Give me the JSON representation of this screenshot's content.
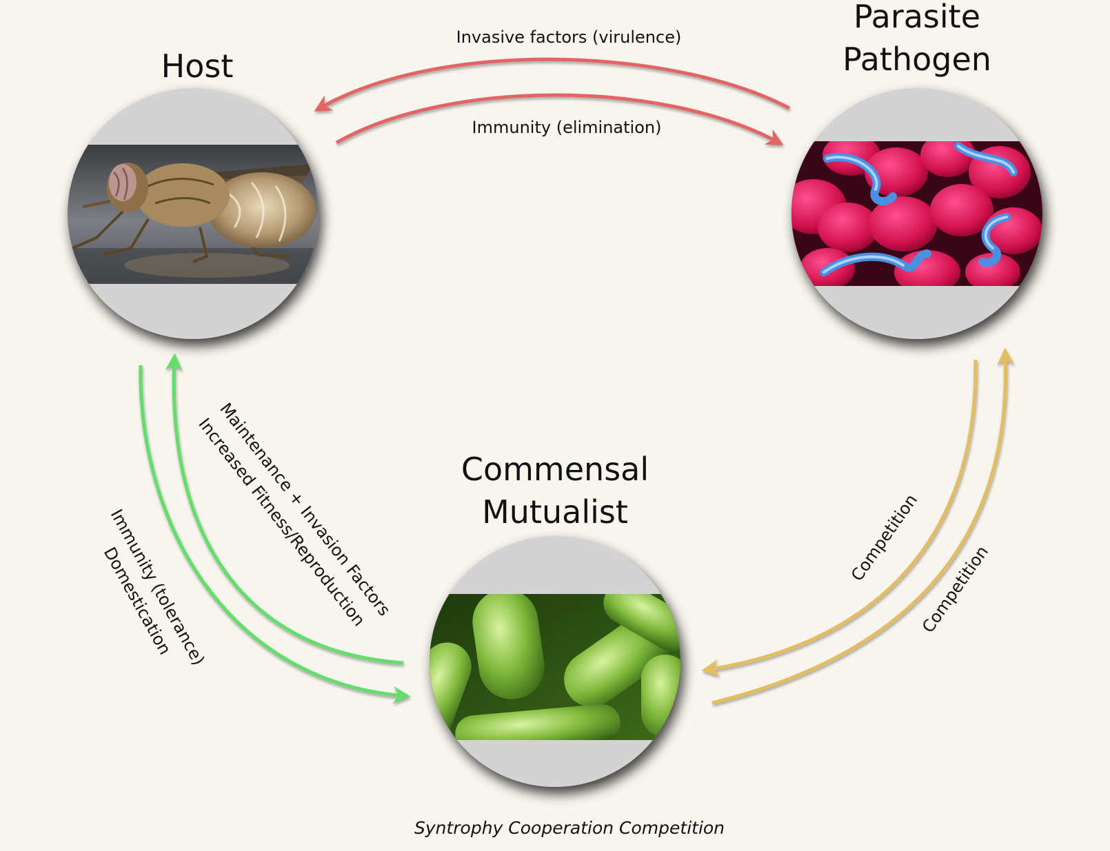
{
  "nodes": {
    "host": {
      "title": "Host",
      "image_icon": "tsetse-fly-photo"
    },
    "parasite": {
      "title_line1": "Parasite",
      "title_line2": "Pathogen",
      "image_icon": "trypanosome-blood-cells-photo"
    },
    "commensal": {
      "title_line1": "Commensal",
      "title_line2": "Mutualist",
      "image_icon": "rod-bacteria-photo"
    }
  },
  "arrows": {
    "parasite_to_host": {
      "label": "Invasive factors (virulence)"
    },
    "host_to_parasite": {
      "label": "Immunity (elimination)"
    },
    "host_to_commensal": {
      "label_line1": "Immunity (tolerance)",
      "label_line2": "Domestication"
    },
    "commensal_to_host": {
      "label_line1": "Maintenance + Invasion Factors",
      "label_line2": "Increased Fitness/Reproduction"
    },
    "parasite_to_commensal": {
      "label": "Competition"
    },
    "commensal_to_parasite": {
      "label": "Competition"
    }
  },
  "footer": {
    "label": "Syntrophy Cooperation Competition"
  },
  "colors": {
    "background": "#f8f5ee",
    "red_arrow": "#e26565",
    "green_arrow": "#62df6a",
    "yellow_arrow": "#e3bd5e",
    "badge_gray": "#d3d3d3"
  }
}
